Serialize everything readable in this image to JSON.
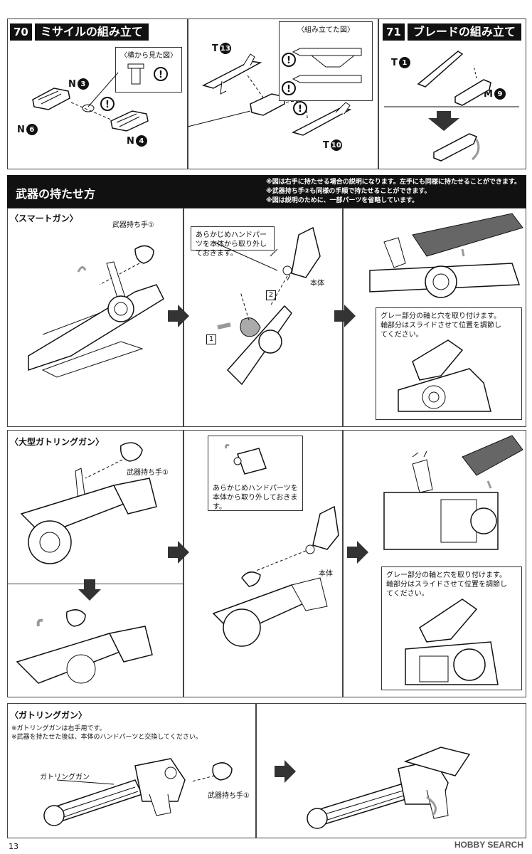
{
  "step70": {
    "num": "70",
    "title": "ミサイルの組み立て",
    "side_view": "〈横から見た図〉",
    "assembled_view": "〈組み立てた図〉"
  },
  "step71": {
    "num": "71",
    "title": "ブレードの組み立て"
  },
  "parts": {
    "n3": {
      "letter": "N",
      "num": "3"
    },
    "n4": {
      "letter": "N",
      "num": "4"
    },
    "n6": {
      "letter": "N",
      "num": "6"
    },
    "t13": {
      "letter": "T",
      "num": "13"
    },
    "t10": {
      "letter": "T",
      "num": "10"
    },
    "t1": {
      "letter": "T",
      "num": "1"
    },
    "m9": {
      "letter": "M",
      "num": "9"
    }
  },
  "banner": {
    "title": "武器の持たせ方",
    "notes": [
      "※図は右手に持たせる場合の説明になります。左手にも同様に持たせることができます。",
      "※武器持ち手②も同様の手順で持たせることができます。",
      "※図は説明のために、一部パーツを省略しています。"
    ]
  },
  "smart_gun": {
    "heading": "〈スマートガン〉",
    "weapon_hand": "武器持ち手①",
    "remove_note": "あらかじめハンドパーツを本体から取り外しておきます。",
    "body": "本体",
    "step1": "1",
    "step2": "2",
    "attach_note": "グレー部分の軸と穴を取り付けます。軸部分はスライドさせて位置を調節してください。"
  },
  "big_gatling": {
    "heading": "〈大型ガトリングガン〉",
    "weapon_hand": "武器持ち手①",
    "remove_note": "あらかじめハンドパーツを本体から取り外しておきます。",
    "body": "本体",
    "attach_note": "グレー部分の軸と穴を取り付けます。軸部分はスライドさせて位置を調節してください。"
  },
  "gatling": {
    "heading": "〈ガトリングガン〉",
    "notes": [
      "※ガトリングガンは右手用です。",
      "※武器を持たせた後は、本体のハンドパーツと交換してください。"
    ],
    "gun_label": "ガトリングガン",
    "weapon_hand": "武器持ち手①"
  },
  "footer": {
    "page": "13",
    "watermark": "HOBBY SEARCH"
  }
}
